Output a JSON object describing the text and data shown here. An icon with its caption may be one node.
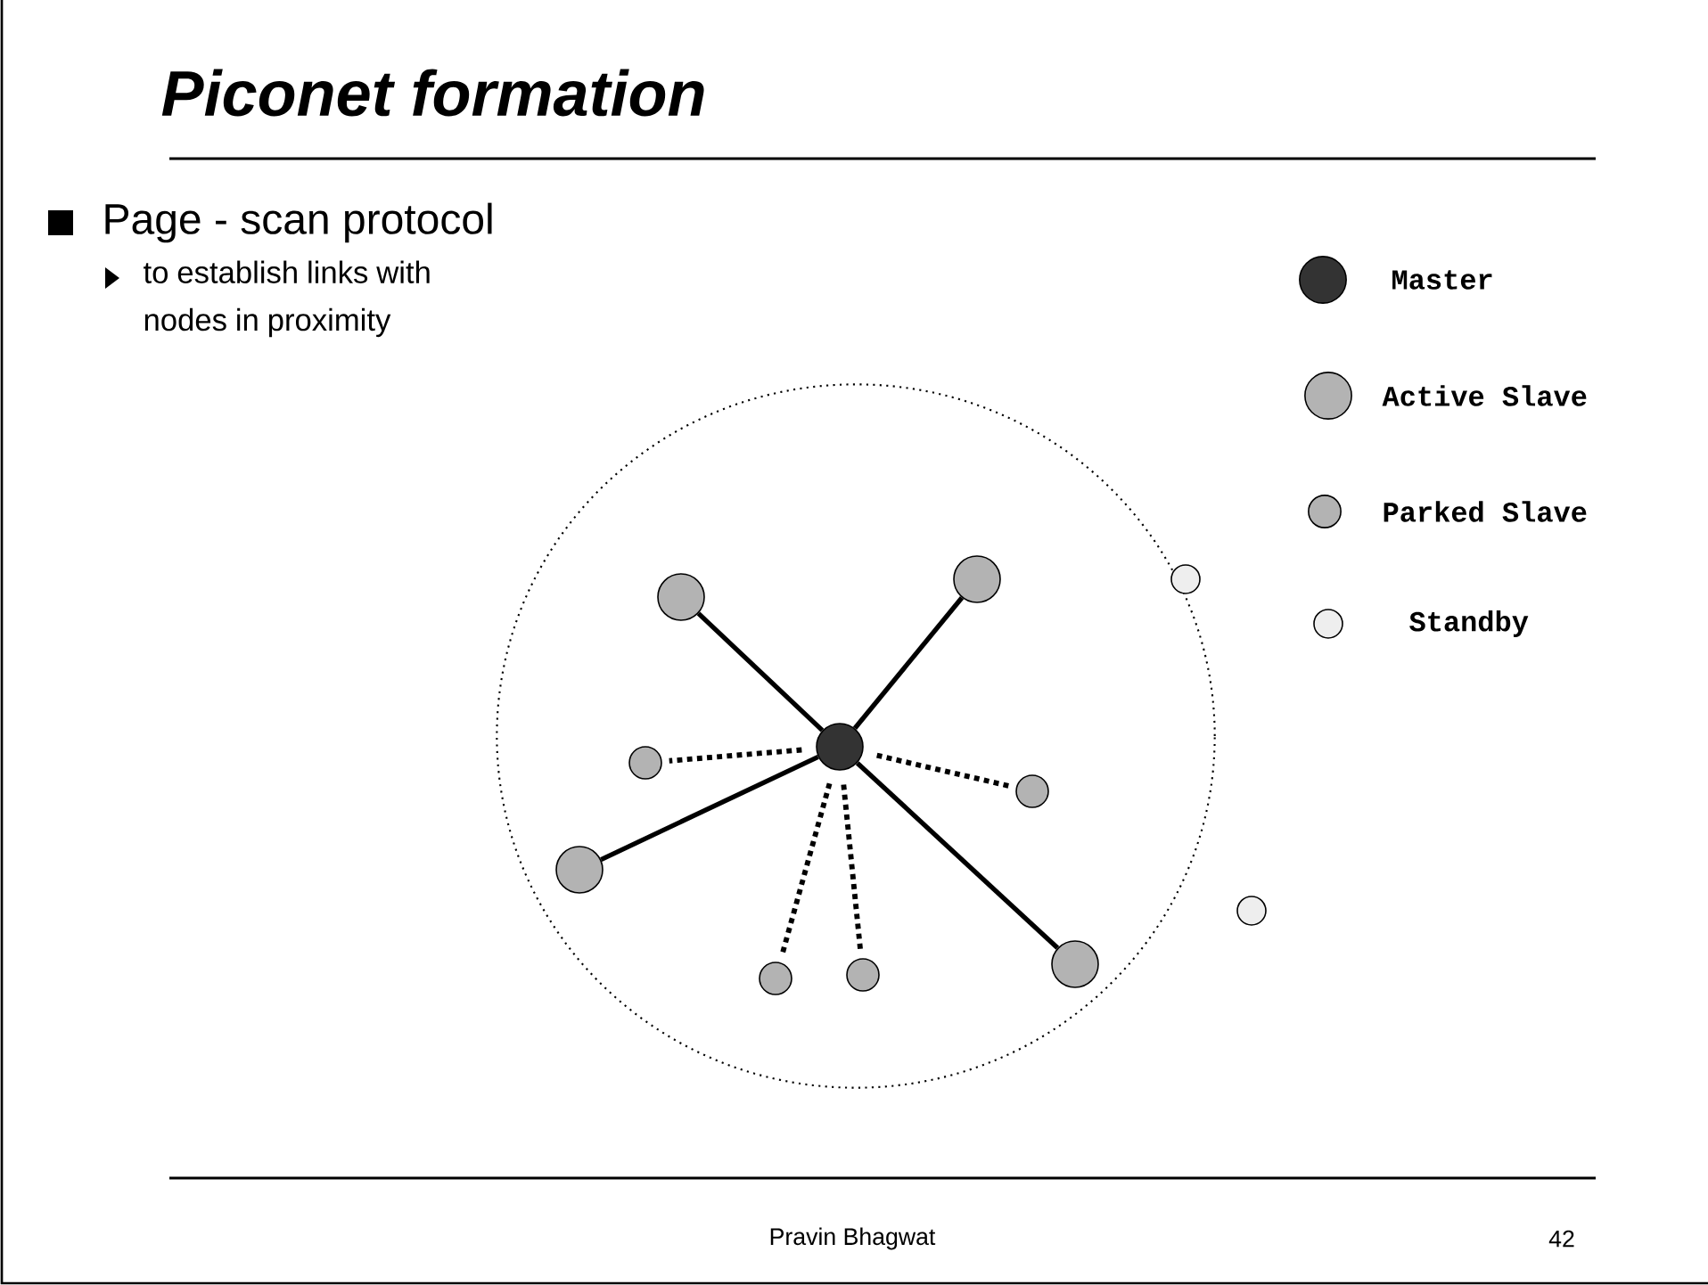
{
  "diagram": {
    "title": "Piconet formation",
    "nodes": [
      {
        "text": [],
        "shape": "circle"
      },
      {
        "text": [],
        "shape": "circle",
        "in": 0
      },
      {
        "text": [],
        "shape": "circle",
        "in": 0
      },
      {
        "text": [],
        "shape": "circle",
        "in": 0
      },
      {
        "text": [],
        "shape": "circle",
        "in": 0
      },
      {
        "text": [],
        "shape": "circle",
        "in": 0
      },
      {
        "text": [],
        "shape": "circle",
        "in": 0
      },
      {
        "text": [],
        "shape": "circle",
        "in": 0
      },
      {
        "text": [],
        "shape": "circle",
        "in": 0
      },
      {
        "text": [],
        "shape": "circle",
        "in": 0
      },
      {
        "text": [],
        "shape": "circle"
      },
      {
        "text": [],
        "shape": "circle"
      }
    ],
    "edges": [
      {
        "from": 1,
        "to": 2,
        "arrow": "none"
      },
      {
        "from": 1,
        "to": 3,
        "arrow": "none"
      },
      {
        "from": 1,
        "to": 4,
        "arrow": "none"
      },
      {
        "from": 1,
        "to": 5,
        "arrow": "none"
      },
      {
        "from": 1,
        "to": 6,
        "arrow": "none",
        "style": "dashed"
      },
      {
        "from": 1,
        "to": 7,
        "arrow": "none",
        "style": "dashed"
      },
      {
        "from": 1,
        "to": 8,
        "arrow": "none",
        "style": "dashed"
      },
      {
        "from": 1,
        "to": 9,
        "arrow": "none",
        "style": "dashed"
      }
    ],
    "labels": [
      "Page - scan protocol",
      "to establish links with nodes in proximity",
      "Pravin Bhagwat",
      "42"
    ],
    "legend": [
      {
        "text": "Master",
        "color": "#333333"
      },
      {
        "text": "Active Slave",
        "color": "#b3b3b3"
      },
      {
        "text": "Parked Slave",
        "color": "#b3b3b3"
      },
      {
        "text": "Standby",
        "color": "#eeeeee"
      }
    ]
  }
}
